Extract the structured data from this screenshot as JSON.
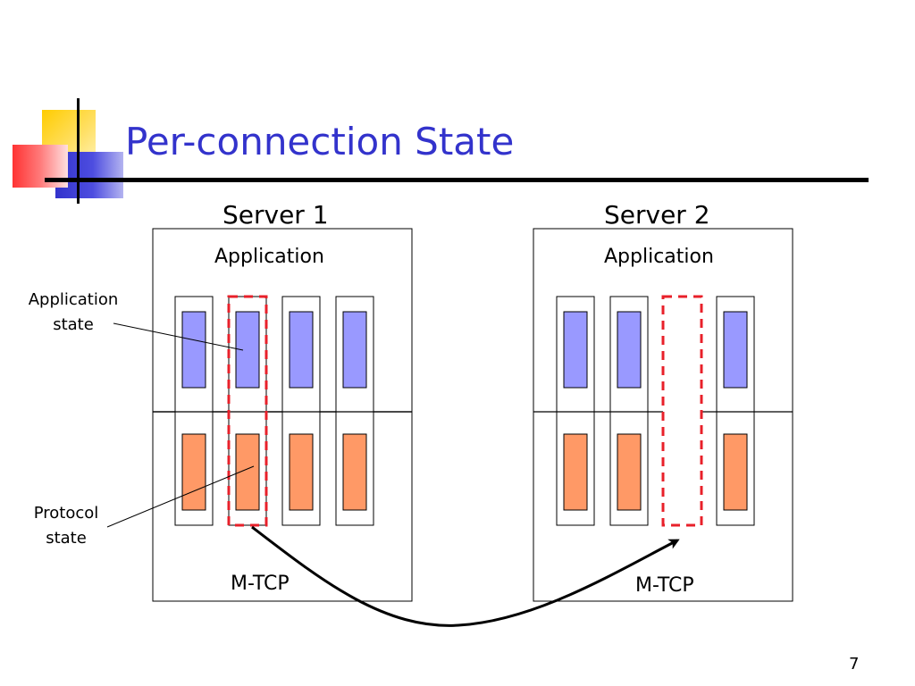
{
  "slide": {
    "title": "Per-connection State",
    "page_number": "7"
  },
  "servers": [
    {
      "title": "Server 1",
      "application_label": "Application",
      "mtcp_label": "M-TCP",
      "connections": [
        true,
        true,
        true,
        true
      ]
    },
    {
      "title": "Server 2",
      "application_label": "Application",
      "mtcp_label": "M-TCP",
      "connections": [
        true,
        true,
        false,
        true
      ]
    }
  ],
  "annotations": {
    "application_state": [
      "Application",
      "state"
    ],
    "protocol_state": [
      "Protocol",
      "state"
    ]
  },
  "colors": {
    "title": "#3333cc",
    "application_state": "#9999ff",
    "protocol_state": "#ff9966",
    "migration_box": "#e8202a",
    "deco_yellow": "#ffcc00",
    "deco_red": "#ff3333",
    "deco_blue": "#3333cc"
  },
  "icons": {
    "migration_arrow": "curved-arrow"
  }
}
